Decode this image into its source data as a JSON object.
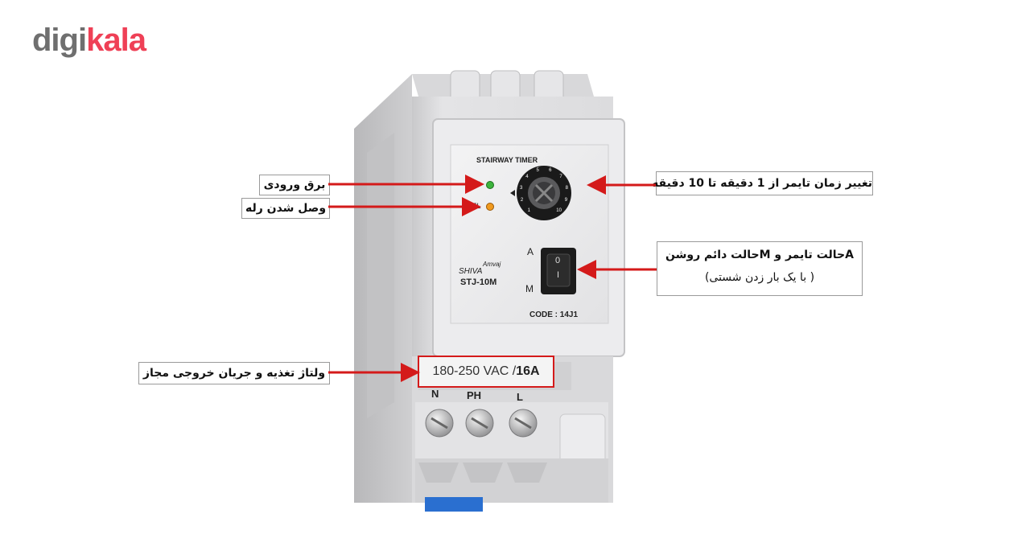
{
  "brand": {
    "logo_gray": "digi",
    "logo_red": "kala"
  },
  "device": {
    "header": "STAIRWAY TIMER",
    "led_ac": "AC",
    "led_rel": "REL",
    "brand_left": "SHIVA",
    "brand_right": "Amvaj",
    "model": "STJ-10M",
    "switch_a": "A",
    "switch_m": "M",
    "switch_0": "0",
    "switch_1": "I",
    "code": "CODE : 14J1",
    "voltage": "180-250 VAC / ",
    "current": "16A",
    "terminal_n": "N",
    "terminal_ph": "PH",
    "terminal_l": "L",
    "dial_marks": [
      "1",
      "2",
      "3",
      "4",
      "5",
      "6",
      "7",
      "8",
      "9",
      "10"
    ]
  },
  "callouts": {
    "input_power": "برق ورودی",
    "relay_on": "وصل شدن رله",
    "timer_change": "تغییر زمان تایمر از 1 دقیقه تا 10 دقیقه",
    "mode_line1": "Aحالت تایمر و  Mحالت دائم روشن",
    "mode_line2": "( با یک بار زدن شستی)",
    "voltage_current": "ولتاژ تغذیه و جریان خروجی مجاز"
  },
  "colors": {
    "brand_red": "#ef4056",
    "arrow_red": "#d41a1a",
    "led_green": "#3cb43c",
    "led_orange": "#f09a1e",
    "terminal_blue": "#2a6fd0"
  }
}
